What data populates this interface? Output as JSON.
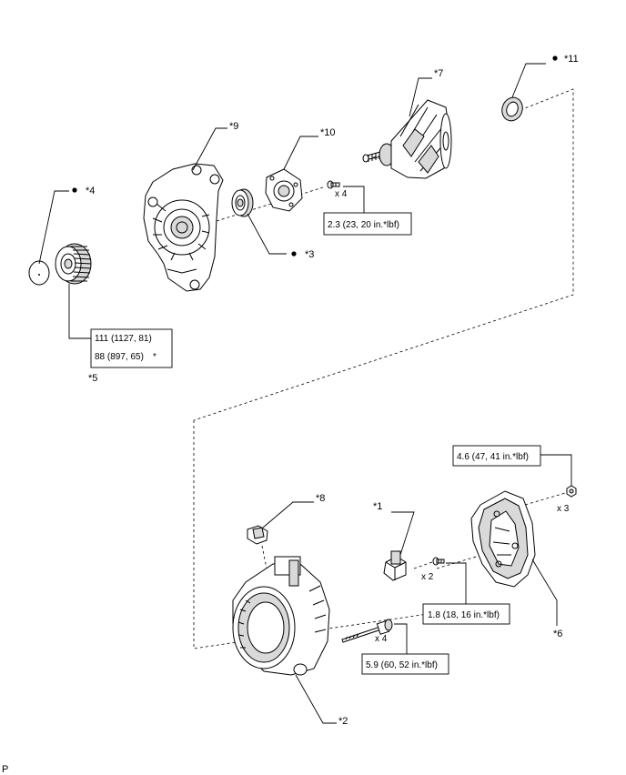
{
  "callouts": {
    "p1": "*1",
    "p2": "*2",
    "p3": "*3",
    "p4": "*4",
    "p5": "*5",
    "p6": "*6",
    "p7": "*7",
    "p8": "*8",
    "p9": "*9",
    "p10": "*10",
    "p11": "*11"
  },
  "quantities": {
    "q_screw_top": "x 4",
    "q_nut": "x 3",
    "q_screw_brush": "x 2",
    "q_bolt": "x 4"
  },
  "torques": {
    "t_bearing_retainer": "2.3 (23, 20 in.*lbf)",
    "t_pulley_line1": "111 (1127, 81)",
    "t_pulley_line2": "88 (897, 65)",
    "t_pulley_mark": "*",
    "t_rear_cover": "4.6 (47, 41 in.*lbf)",
    "t_brush_holder": "1.8 (18, 16 in.*lbf)",
    "t_through_bolt": "5.9 (60, 52 in.*lbf)"
  },
  "footer": {
    "corner_letter": "P"
  }
}
